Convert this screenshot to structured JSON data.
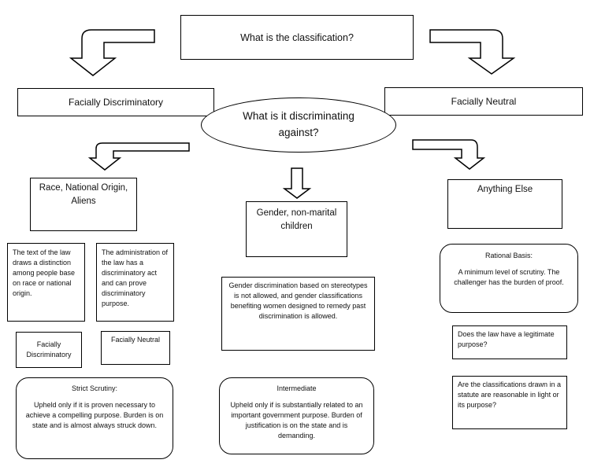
{
  "title": "What is the classification?",
  "facially_discriminatory": "Facially Discriminatory",
  "facially_neutral": "Facially Neutral",
  "question": "What is it discriminating against?",
  "left": {
    "category": "Race, National Origin, Aliens",
    "text_box": "The text of the law draws a distinction among people base on race or national origin.",
    "admin_box": "The administration of the law has a discriminatory act and can prove discriminatory purpose.",
    "fd_label": "Facially Discriminatory",
    "fn_label": "Facially Neutral",
    "scrutiny_title": "Strict Scrutiny:",
    "scrutiny_body": "Upheld only if it is proven necessary to achieve a compelling purpose. Burden is on state and is almost always struck down."
  },
  "middle": {
    "category": "Gender, non-marital children",
    "description": "Gender discrimination based on stereotypes is not allowed, and gender classifications benefiting women designed to remedy past discrimination is allowed.",
    "scrutiny_title": "Intermediate",
    "scrutiny_body": "Upheld only if is substantially related to an important government purpose. Burden of justification is on the state and is demanding."
  },
  "right": {
    "category": "Anything Else",
    "scrutiny_title": "Rational Basis:",
    "scrutiny_body": "A minimum level of scrutiny. The challenger has the burden of proof.",
    "question1": "Does the law have a legitimate purpose?",
    "question2": "Are the classifications drawn in a statute are reasonable in light or its purpose?"
  }
}
